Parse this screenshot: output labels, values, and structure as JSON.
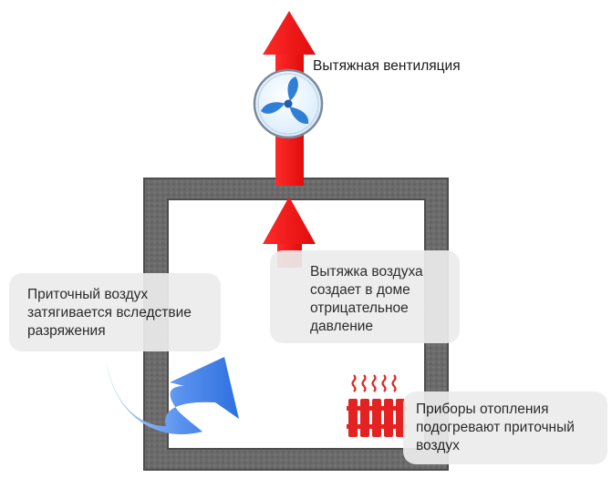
{
  "labels": {
    "exhaust_ventilation": "Вытяжная вентиляция",
    "intake_air": [
      "Приточный воздух",
      "затягивается вследствие",
      "разряжения"
    ],
    "negative_pressure": [
      "Вытяжка воздуха",
      "создает в доме",
      "отрицательное",
      "давление"
    ],
    "heating": [
      "Приборы отопления",
      "подогревают приточный",
      "воздух"
    ]
  },
  "colors": {
    "wall": "#6b6b6b",
    "exhaust_arrow": "#ee1111",
    "intake_arrow": "#4a86e8",
    "fan_blade": "#2f7fd6",
    "radiator": "#e52222",
    "callout_bg": "#ececec",
    "text": "#1a1a1a"
  },
  "icons": {
    "fan": "fan-icon",
    "radiator": "radiator-icon",
    "heat_waves": "heat-waves-icon"
  }
}
